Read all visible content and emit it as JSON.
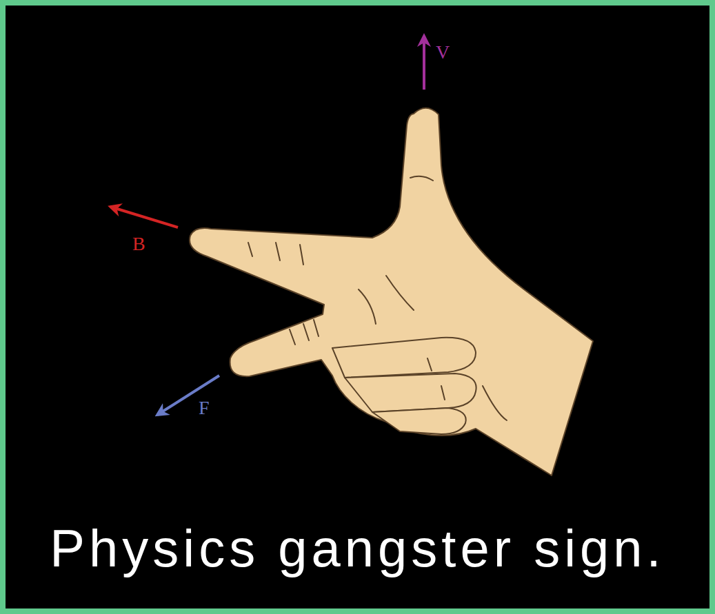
{
  "diagram": {
    "caption": "Physics gangster sign.",
    "labels": [
      "V",
      "B",
      "F"
    ]
  }
}
